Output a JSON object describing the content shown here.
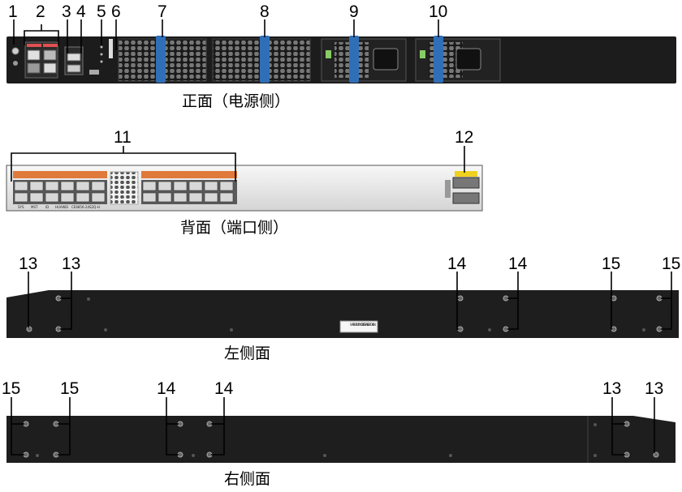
{
  "callouts": {
    "c1": "1",
    "c2": "2",
    "c3": "3",
    "c4": "4",
    "c5": "5",
    "c6": "6",
    "c7": "7",
    "c8": "8",
    "c9": "9",
    "c10": "10",
    "c11": "11",
    "c12": "12",
    "c13": "13",
    "c14": "14",
    "c15": "15"
  },
  "captions": {
    "front": "正面（电源侧）",
    "rear": "背面（端口侧）",
    "left": "左侧面",
    "right": "右侧面"
  },
  "labels": {
    "huawei": "HUAWEI",
    "model": "CE6856-24S2Q-H",
    "sys": "SYS",
    "mst": "MST",
    "id": "ID",
    "warranty": "WARRANTY VOID IF SEAL IS BROKEN"
  }
}
